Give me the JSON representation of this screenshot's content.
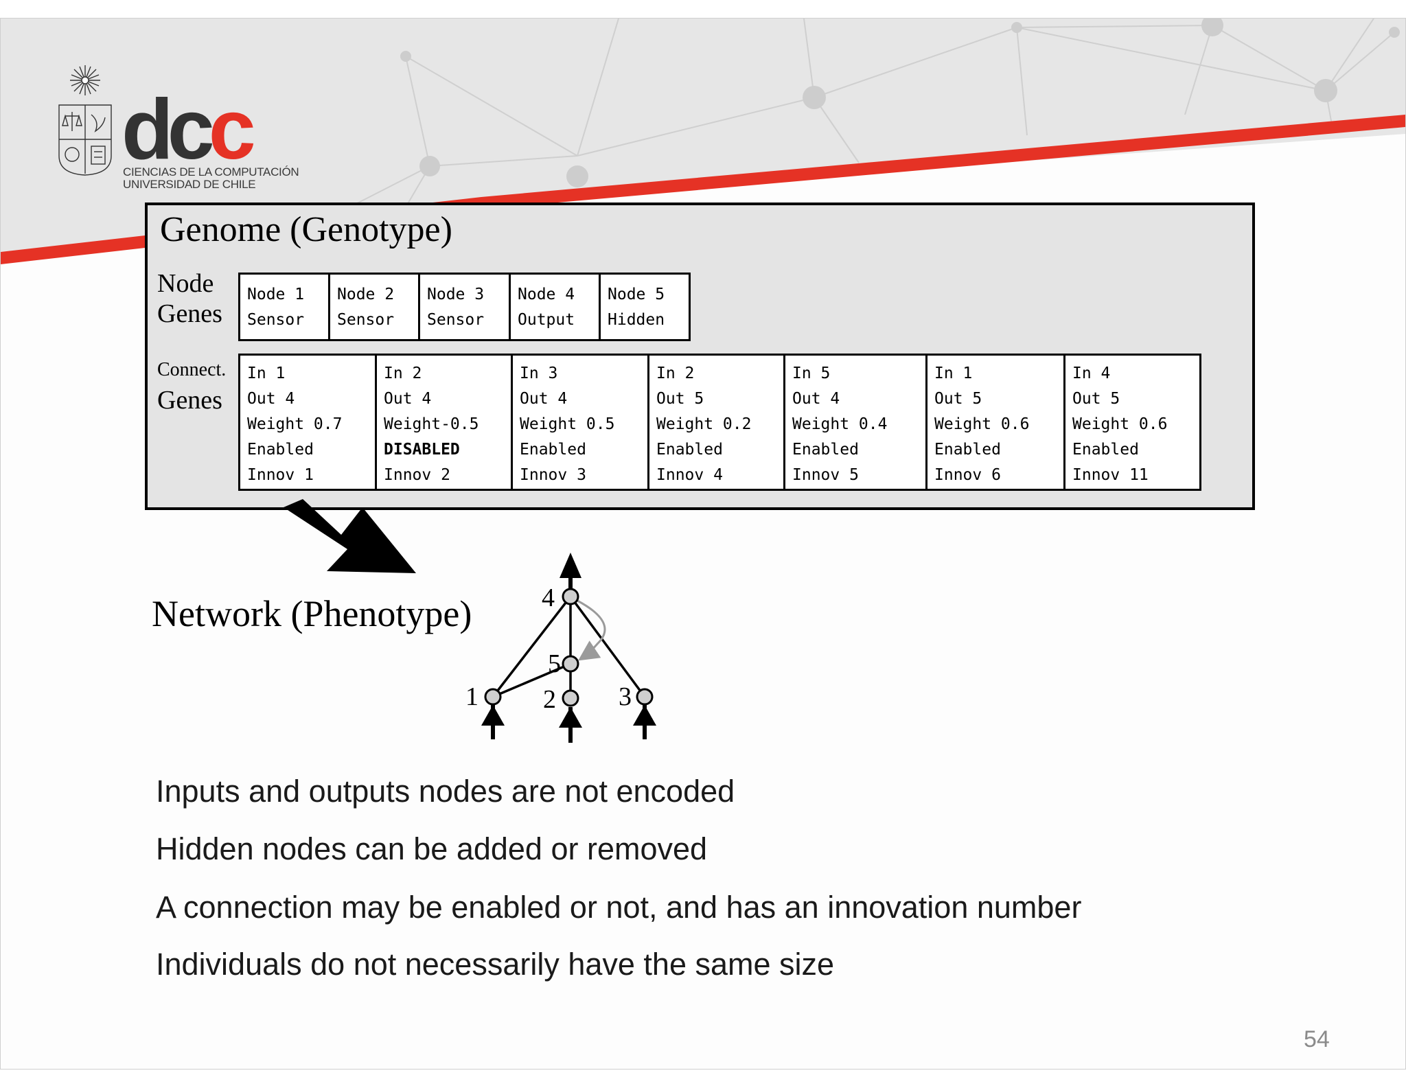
{
  "logo": {
    "name": "dcc",
    "name_part1": "dc",
    "name_part2": "c",
    "subtitle_line1": "CIENCIAS DE LA COMPUTACIÓN",
    "subtitle_line2": "UNIVERSIDAD DE CHILE",
    "icon": "university-crest-icon"
  },
  "colors": {
    "accent": "#e53225",
    "banner_bg": "#e6e6e6",
    "genome_bg": "#e4e4e4"
  },
  "genome": {
    "title": "Genome (Genotype)",
    "node_label_line1": "Node",
    "node_label_line2": "Genes",
    "conn_label_line1": "Connect.",
    "conn_label_line2": "Genes",
    "nodes": [
      {
        "line1": "Node 1",
        "line2": "Sensor"
      },
      {
        "line1": "Node 2",
        "line2": "Sensor"
      },
      {
        "line1": "Node 3",
        "line2": "Sensor"
      },
      {
        "line1": "Node 4",
        "line2": "Output"
      },
      {
        "line1": "Node 5",
        "line2": "Hidden"
      }
    ],
    "connections": [
      {
        "in": "In 1",
        "out": "Out 4",
        "weight": "Weight 0.7",
        "status": "Enabled",
        "innov": "Innov 1"
      },
      {
        "in": "In 2",
        "out": "Out 4",
        "weight": "Weight-0.5",
        "status": "DISABLED",
        "innov": "Innov 2"
      },
      {
        "in": "In 3",
        "out": "Out 4",
        "weight": "Weight 0.5",
        "status": "Enabled",
        "innov": "Innov 3"
      },
      {
        "in": "In 2",
        "out": "Out 5",
        "weight": "Weight 0.2",
        "status": "Enabled",
        "innov": "Innov 4"
      },
      {
        "in": "In 5",
        "out": "Out 4",
        "weight": "Weight 0.4",
        "status": "Enabled",
        "innov": "Innov 5"
      },
      {
        "in": "In 1",
        "out": "Out 5",
        "weight": "Weight 0.6",
        "status": "Enabled",
        "innov": "Innov 6"
      },
      {
        "in": "In 4",
        "out": "Out 5",
        "weight": "Weight 0.6",
        "status": "Enabled",
        "innov": "Innov 11"
      }
    ]
  },
  "phenotype": {
    "title": "Network (Phenotype)",
    "node_labels": [
      "1",
      "2",
      "3",
      "4",
      "5"
    ]
  },
  "bullets": [
    "Inputs and outputs nodes are not encoded",
    "Hidden nodes can be added or removed",
    "A connection may be enabled or not, and has an innovation number",
    "Individuals do not necessarily have the same size"
  ],
  "page_number": "54"
}
